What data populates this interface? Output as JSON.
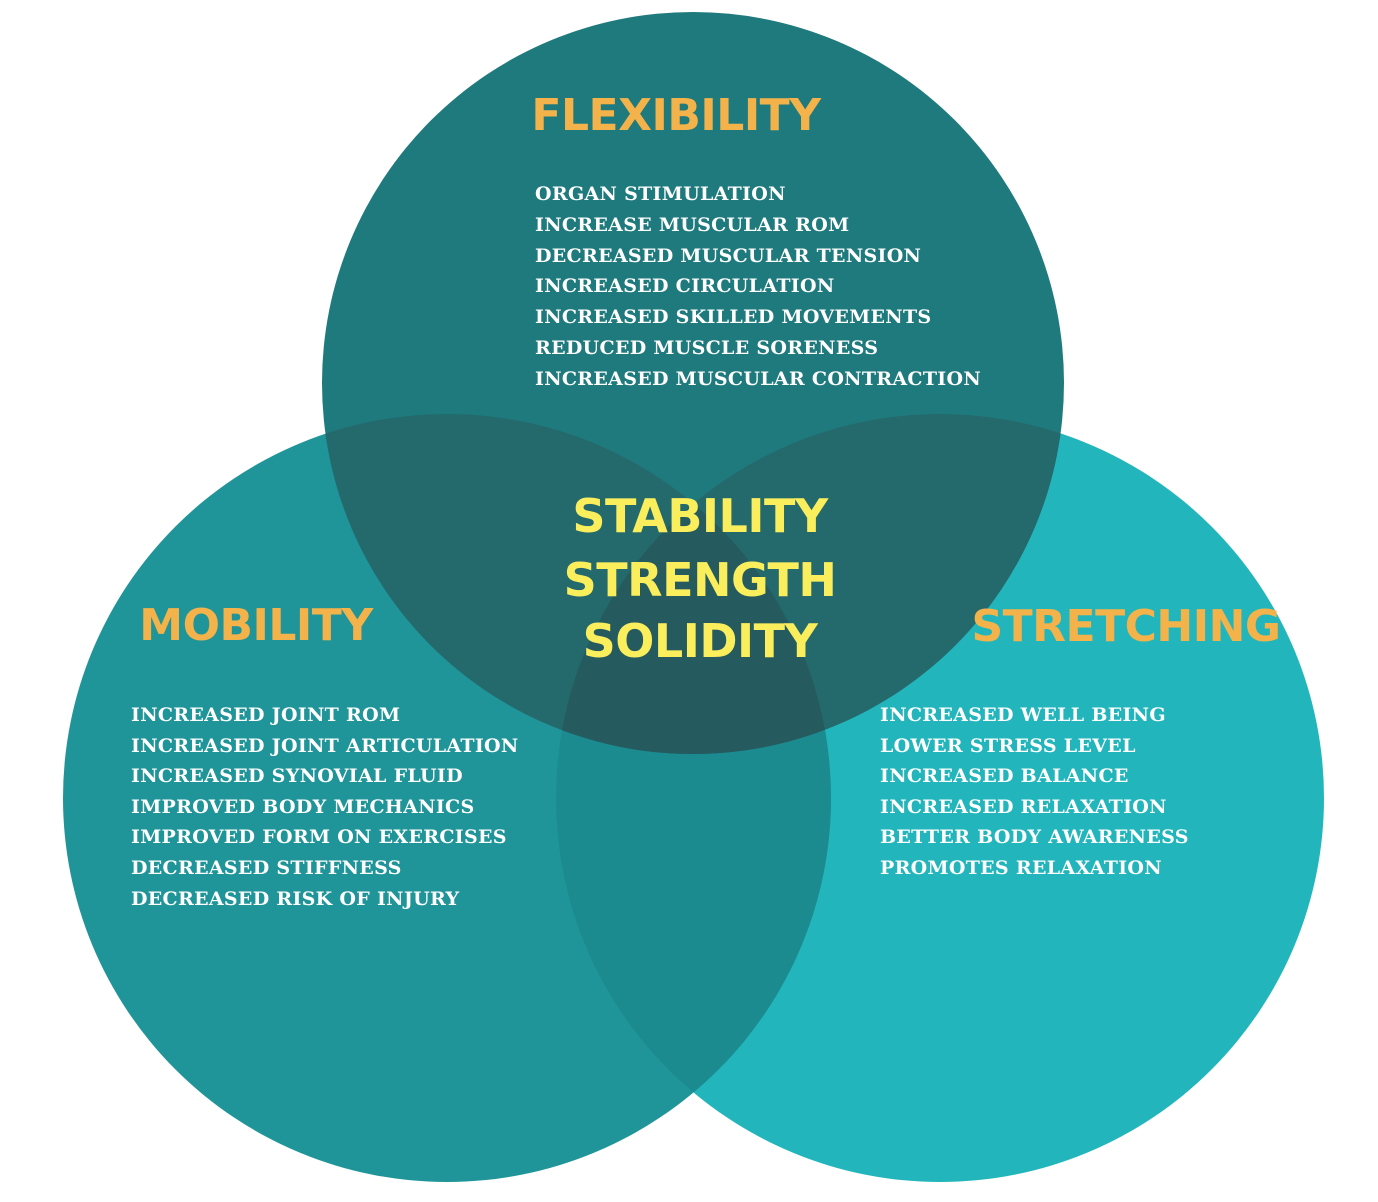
{
  "colors": {
    "flexibility_circle": "#1f7a7d",
    "mobility_circle": "#1f9599",
    "stretching_circle": "#22b6bc",
    "heading_color": "#f4b24a",
    "center_color": "#fbee5c",
    "item_color": "#ffffff",
    "background": "#ffffff"
  },
  "circles": {
    "flexibility": {
      "heading": "FLEXIBILITY",
      "items": [
        "ORGAN STIMULATION",
        "INCREASE MUSCULAR ROM",
        "DECREASED MUSCULAR TENSION",
        "INCREASED CIRCULATION",
        "INCREASED SKILLED MOVEMENTS",
        "REDUCED MUSCLE SORENESS",
        "INCREASED MUSCULAR CONTRACTION"
      ]
    },
    "mobility": {
      "heading": "MOBILITY",
      "items": [
        "INCREASED JOINT ROM",
        "INCREASED JOINT ARTICULATION",
        "INCREASED SYNOVIAL FLUID",
        "IMPROVED BODY MECHANICS",
        "IMPROVED FORM ON EXERCISES",
        "DECREASED STIFFNESS",
        "DECREASED RISK OF INJURY"
      ]
    },
    "stretching": {
      "heading": "STRETCHING",
      "items": [
        "INCREASED WELL BEING",
        "LOWER STRESS LEVEL",
        "INCREASED BALANCE",
        "INCREASED RELAXATION",
        "BETTER BODY AWARENESS",
        "PROMOTES RELAXATION"
      ]
    }
  },
  "center": {
    "lines": [
      "STABILITY",
      "STRENGTH",
      "SOLIDITY"
    ]
  }
}
